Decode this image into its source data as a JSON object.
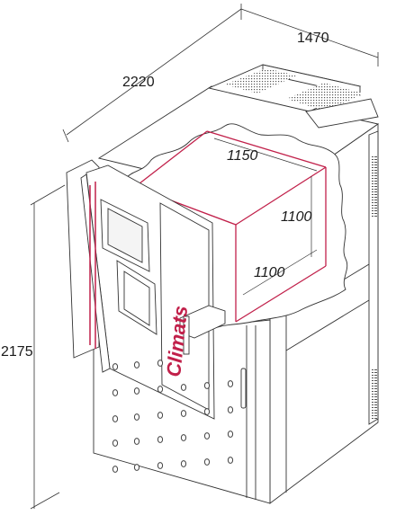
{
  "dimensions": {
    "width_outer": "1470",
    "depth_outer": "2220",
    "height_outer": "2175",
    "inner_width": "1150",
    "inner_height": "1100",
    "inner_depth": "1100"
  },
  "brand": {
    "name": "Climats"
  },
  "colors": {
    "line": "#333333",
    "accent": "#c1204a",
    "dots": "#444444"
  }
}
